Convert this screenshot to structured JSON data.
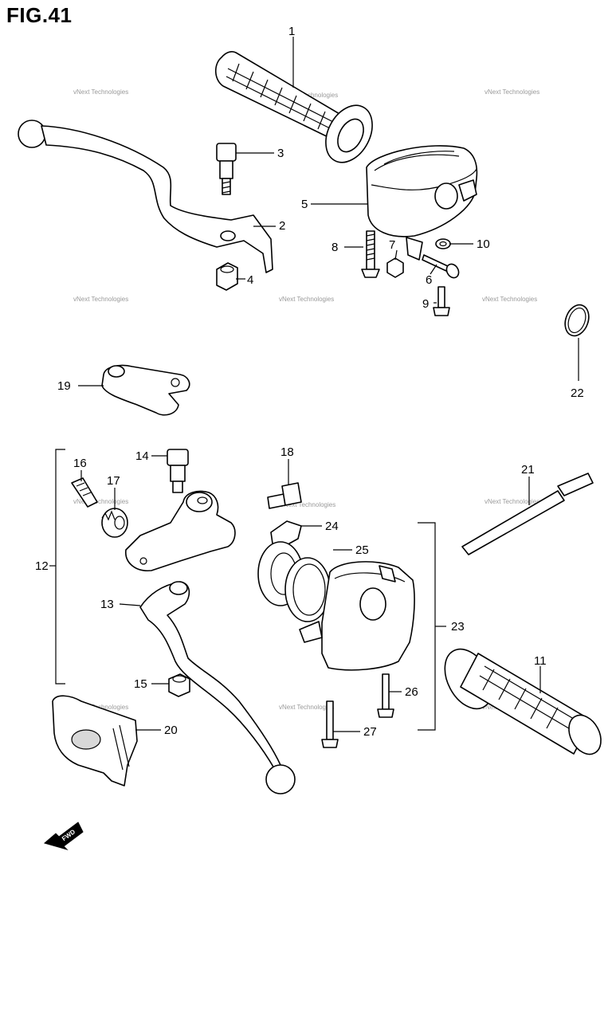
{
  "figure": {
    "title": "FIG.41"
  },
  "labels": {
    "p1": "1",
    "p2": "2",
    "p3": "3",
    "p4": "4",
    "p5": "5",
    "p6": "6",
    "p7": "7",
    "p8": "8",
    "p9": "9",
    "p10": "10",
    "p11": "11",
    "p12": "12",
    "p13": "13",
    "p14": "14",
    "p15": "15",
    "p16": "16",
    "p17": "17",
    "p18": "18",
    "p19": "19",
    "p20": "20",
    "p21": "21",
    "p22": "22",
    "p23": "23",
    "p24": "24",
    "p25": "25",
    "p26": "26",
    "p27": "27"
  },
  "watermark": {
    "text": "vNext Technologies"
  },
  "direction_marker": {
    "text": "FWD"
  }
}
